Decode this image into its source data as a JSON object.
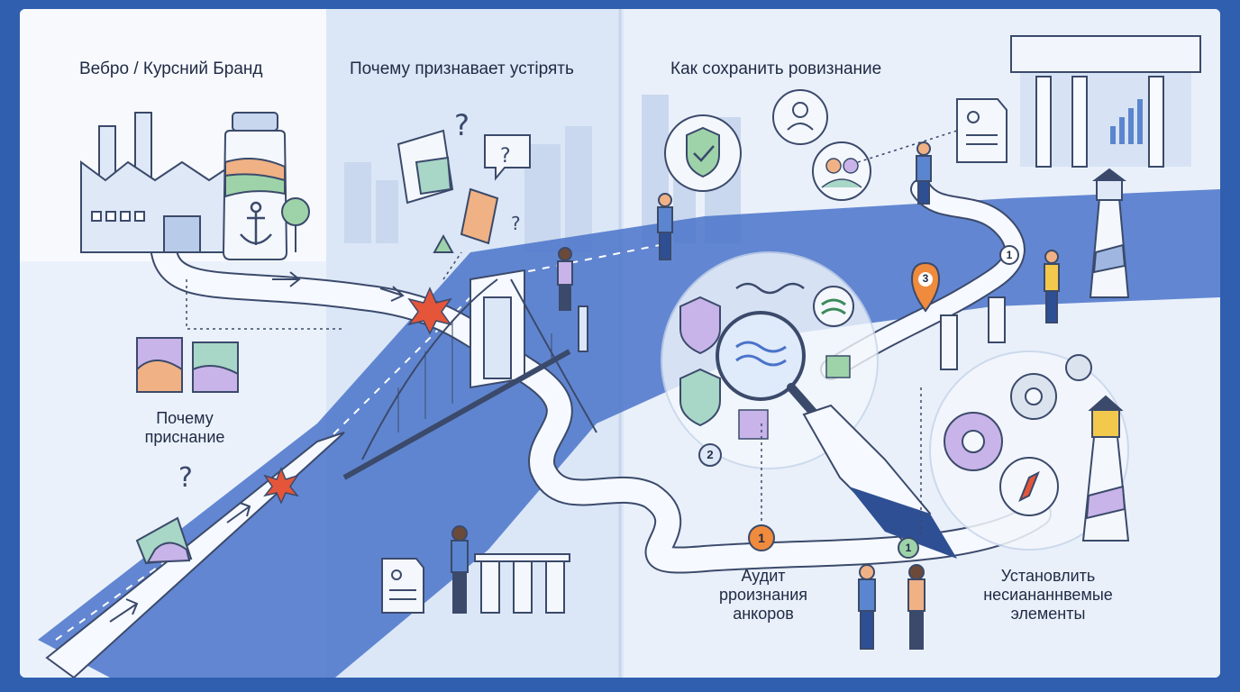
{
  "colors": {
    "cover": "#2f5fae",
    "page": "#eaf1fb",
    "river": "#4a73c9",
    "road": "#f6f9ff",
    "outline": "#3b4a6b",
    "accent_green": "#8fd19e",
    "accent_red": "#e4553a",
    "accent_orange": "#f08a3c"
  },
  "headings": {
    "left": "Вебро / Курсний Бранд",
    "middle": "Почему признавает устірять",
    "right": "Как сохранить ровизнание"
  },
  "labels": {
    "why": "Почему\nприснание",
    "audit": "Аудит\npроизнания\nанкоров",
    "install": "Установлить\nнесиананнвемые\nэлементы"
  },
  "markers": {
    "m1_audit": "1",
    "m1_install": "1",
    "m1_top": "1",
    "m2": "2",
    "m3": "3"
  },
  "icons": [
    "factory-icon",
    "jar-icon",
    "anchor-icon",
    "tree-icon",
    "question-icon",
    "speech-question-icon",
    "broken-image-icon",
    "bridge-icon",
    "shield-check-icon",
    "user-icon",
    "group-icon",
    "document-icon",
    "magnifier-icon",
    "wave-icon",
    "gear-icon",
    "compass-icon",
    "lighthouse-icon",
    "column-icon",
    "bar-chart-icon",
    "location-pin-icon"
  ]
}
